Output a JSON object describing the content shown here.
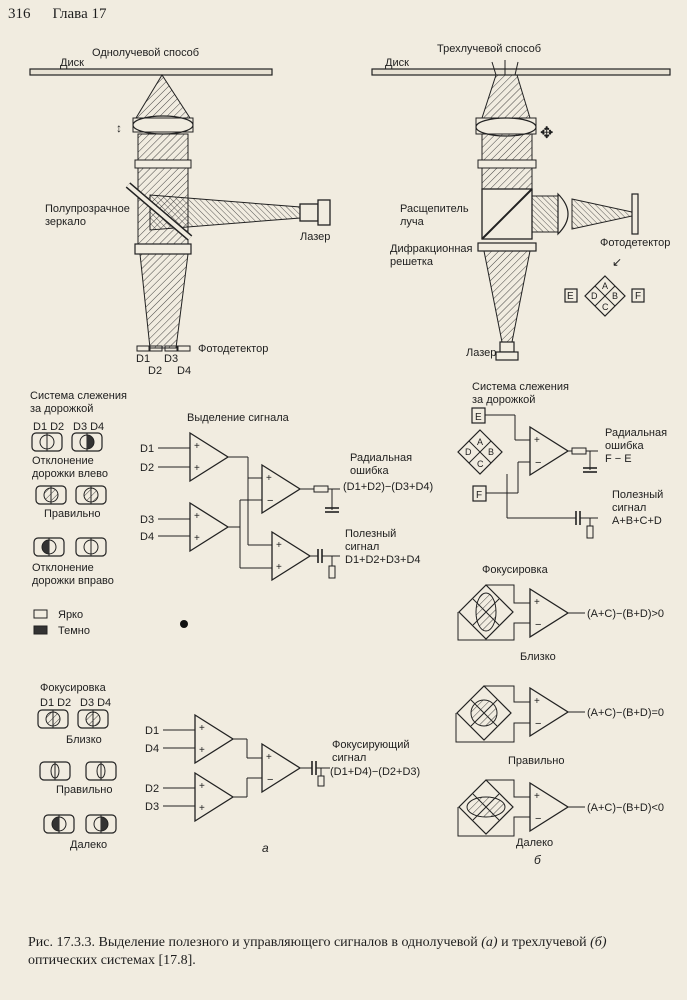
{
  "header": {
    "page": "316",
    "chapter": "Глава 17"
  },
  "single": {
    "title": "Однолучевой способ",
    "disk": "Диск",
    "mirror": [
      "Полупрозрачное",
      "зеркало"
    ],
    "laser": "Лазер",
    "photodetector": "Фотодетектор",
    "d_labels": [
      "D1",
      "D3",
      "D2",
      "D4"
    ]
  },
  "triple": {
    "title": "Трехлучевой способ",
    "disk": "Диск",
    "splitter": [
      "Расщепитель",
      "луча"
    ],
    "grating": [
      "Дифракционная",
      "решетка"
    ],
    "photodetector": "Фотодетектор",
    "laser": "Лазер",
    "quad": [
      "A",
      "B",
      "C",
      "D"
    ],
    "side": [
      "E",
      "F"
    ]
  },
  "tracking_a": {
    "title": [
      "Система слежения",
      "за дорожкой"
    ],
    "pd_header": [
      "D1 D2",
      "D3 D4"
    ],
    "left": [
      "Отклонение",
      "дорожки влево"
    ],
    "correct": "Правильно",
    "right": [
      "Отклонение",
      "дорожки вправо"
    ]
  },
  "legend": {
    "bright": "Ярко",
    "dark": "Темно"
  },
  "signal_a": {
    "title": "Выделение сигнала",
    "in1": "D1",
    "in2": "D2",
    "in3": "D3",
    "in4": "D4",
    "radial": [
      "Радиальная",
      "ошибка"
    ],
    "radial_expr": "(D1+D2)−(D3+D4)",
    "useful": [
      "Полезный",
      "сигнал"
    ],
    "useful_expr": "D1+D2+D3+D4"
  },
  "focus_a": {
    "title": "Фокусировка",
    "pd_header": [
      "D1 D2",
      "D3 D4"
    ],
    "close": "Близко",
    "correct": "Правильно",
    "far": "Далеко",
    "in1": "D1",
    "in2": "D4",
    "in3": "D2",
    "in4": "D3",
    "signal": [
      "Фокусирующий",
      "сигнал"
    ],
    "expr": "(D1+D4)−(D2+D3)"
  },
  "panel_labels": {
    "a": "а",
    "b": "б"
  },
  "tracking_b": {
    "title": [
      "Система слежения",
      "за дорожкой"
    ],
    "E": "E",
    "F": "F",
    "quad": [
      "A",
      "B",
      "C",
      "D"
    ],
    "radial": [
      "Радиальная",
      "ошибка"
    ],
    "radial_expr": "F − E",
    "useful": [
      "Полезный",
      "сигнал"
    ],
    "useful_expr": "A+B+C+D"
  },
  "focus_b": {
    "title": "Фокусировка",
    "expr1": "(A+C)−(B+D)>0",
    "close": "Близко",
    "expr2": "(A+C)−(B+D)=0",
    "correct": "Правильно",
    "expr3": "(A+C)−(B+D)<0",
    "far": "Далеко"
  },
  "caption": {
    "fig": "Рис. 17.3.3.",
    "text1": "Выделение полезного и управляющего сигналов в однолучевой",
    "a": "(а)",
    "mid": "и трехлучевой",
    "b": "(б)",
    "text2": "оптических системах [17.8]."
  }
}
